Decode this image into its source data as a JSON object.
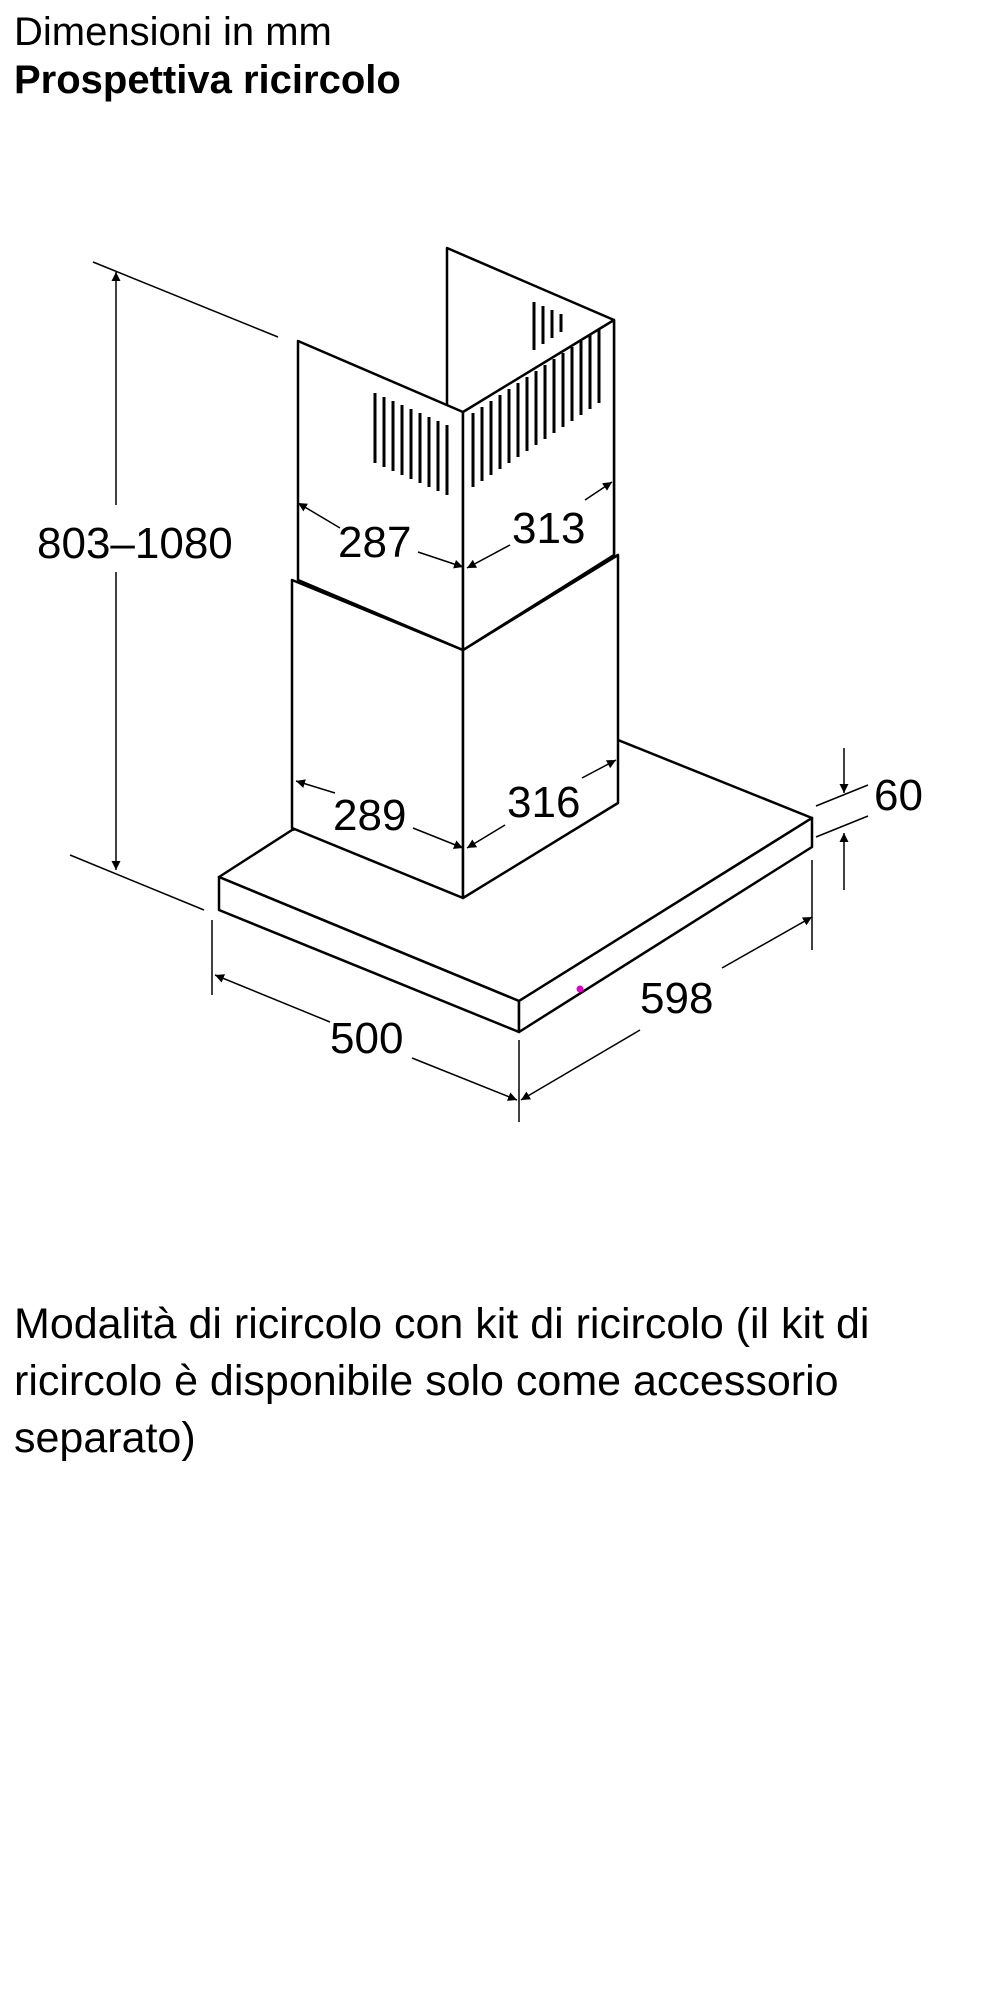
{
  "header": {
    "title": "Dimensioni in mm",
    "subtitle": "Prospettiva ricircolo"
  },
  "dimensions": {
    "total_height": "803–1080",
    "upper_chimney_width": "287",
    "upper_chimney_depth": "313",
    "lower_chimney_width": "289",
    "lower_chimney_depth": "316",
    "canopy_height": "60",
    "canopy_depth": "500",
    "canopy_width": "598"
  },
  "caption": "Modalità di ricircolo con kit di ricircolo (il kit di ricircolo è disponibile solo come accessorio separato)"
}
